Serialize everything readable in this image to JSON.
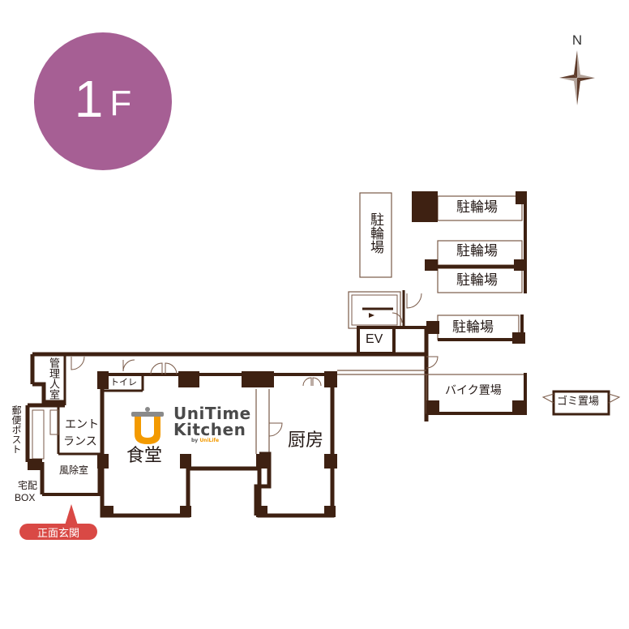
{
  "floor": {
    "number": "1",
    "letter": "F",
    "color": "#a65f94"
  },
  "compass": {
    "label": "N"
  },
  "logo": {
    "line1": "UniTime",
    "line2": "Kitchen",
    "by": "by",
    "brand": "UniLife",
    "accent": "#f39a00"
  },
  "rooms": {
    "bicycle_parking_vertical": "駐輪場",
    "bicycle_parking_1": "駐輪場",
    "bicycle_parking_2": "駐輪場",
    "bicycle_parking_3": "駐輪場",
    "bicycle_parking_4": "駐輪場",
    "elevator": "EV",
    "motorbike_parking": "バイク置場",
    "garbage": "ゴミ置場",
    "manager_room": "管理人室",
    "mail_post": "郵便ポスト",
    "delivery_box_1": "宅配",
    "delivery_box_2": "BOX",
    "entrance_1": "エント",
    "entrance_2": "ランス",
    "windbreak_room": "風除室",
    "toilet": "トイレ",
    "dining_hall": "食堂",
    "kitchen": "厨房"
  },
  "main_entrance": {
    "label": "正面玄関",
    "color": "#d94945"
  },
  "colors": {
    "wall": "#3e2112",
    "thin_wall": "#7a5a48"
  }
}
